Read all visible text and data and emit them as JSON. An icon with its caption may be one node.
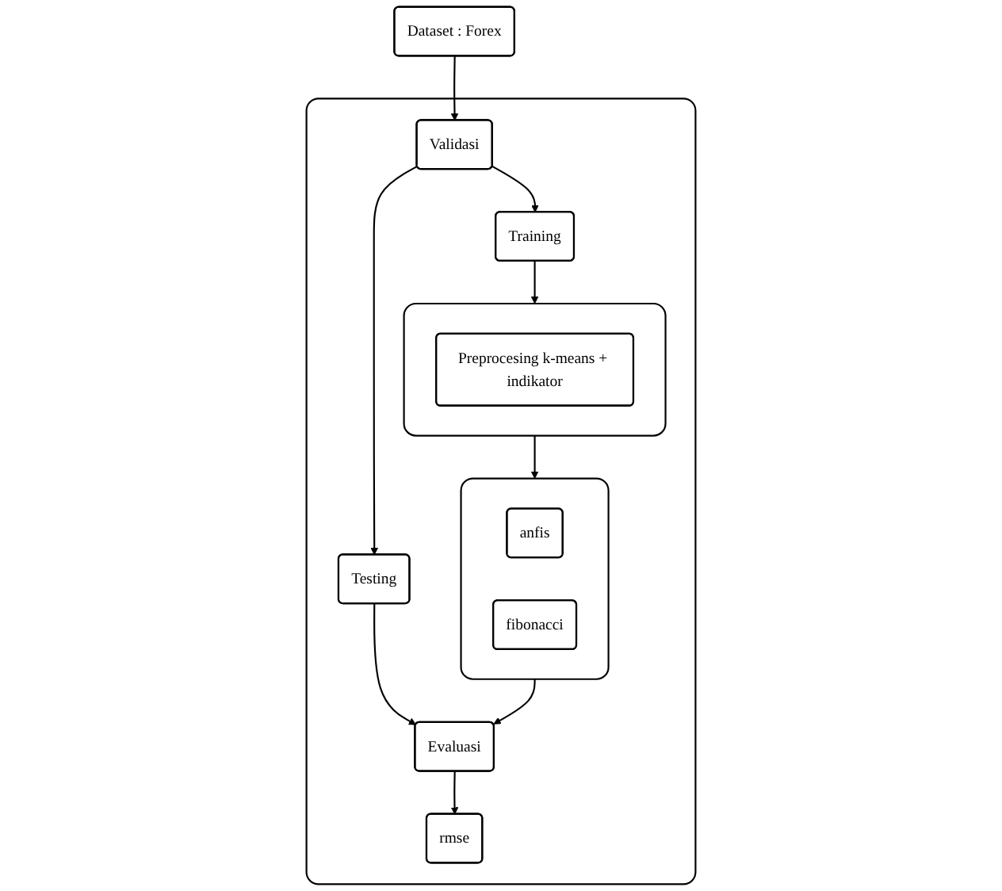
{
  "diagram": {
    "nodes": [
      {
        "text": [
          "Dataset : Forex"
        ]
      },
      {
        "text": [],
        "shape": "box"
      },
      {
        "text": [
          "Validasi"
        ],
        "in": 1
      },
      {
        "text": [
          "Training"
        ],
        "in": 1
      },
      {
        "text": [
          "Testing"
        ],
        "in": 1
      },
      {
        "text": [],
        "shape": "box",
        "in": 1
      },
      {
        "text": [
          "Preprocesing k-means + indikator"
        ],
        "in": 5
      },
      {
        "text": [],
        "shape": "box",
        "in": 1
      },
      {
        "text": [
          "anfis"
        ],
        "in": 7
      },
      {
        "text": [
          "fibonacci"
        ],
        "in": 7
      },
      {
        "text": [
          "Evaluasi"
        ],
        "in": 1
      },
      {
        "text": [
          "rmse"
        ],
        "in": 1
      }
    ],
    "edges": [
      {
        "from": 0,
        "to": 2,
        "arrow": "to"
      },
      {
        "from": 2,
        "to": 3,
        "arrow": "to"
      },
      {
        "from": 2,
        "to": 4,
        "arrow": "to"
      },
      {
        "from": 3,
        "to": 5,
        "arrow": "to"
      },
      {
        "from": 5,
        "to": 7,
        "arrow": "to"
      },
      {
        "from": 7,
        "to": 10,
        "arrow": "to"
      },
      {
        "from": 4,
        "to": 10,
        "arrow": "to"
      },
      {
        "from": 10,
        "to": 11,
        "arrow": "to"
      }
    ]
  }
}
